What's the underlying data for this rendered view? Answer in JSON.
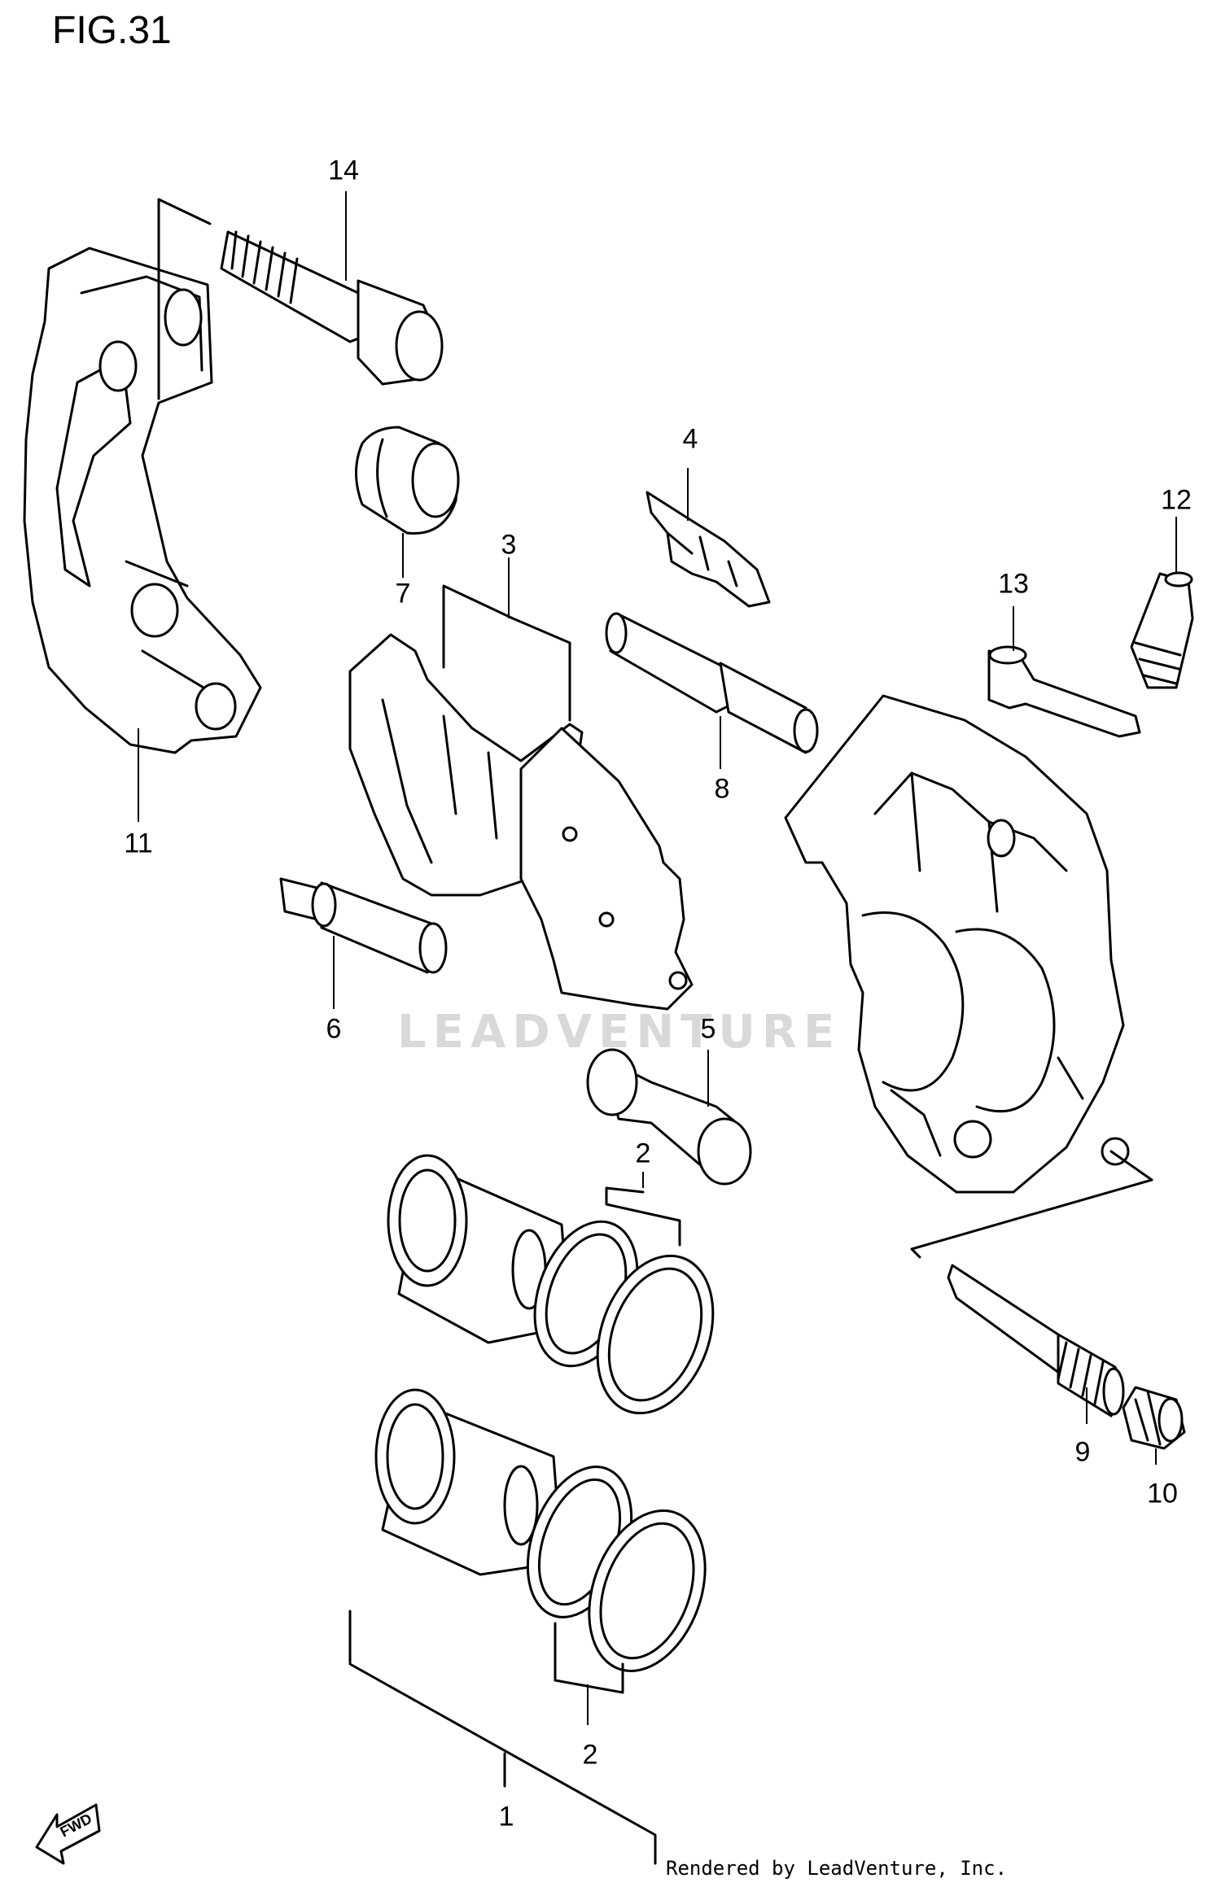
{
  "figure": {
    "title": "FIG.31",
    "watermark": "LEADVENTURE",
    "credit": "Rendered by LeadVenture, Inc.",
    "fwd_label": "FWD"
  },
  "callouts": {
    "c1": "1",
    "c2a": "2",
    "c2b": "2",
    "c3": "3",
    "c4": "4",
    "c5": "5",
    "c6": "6",
    "c7": "7",
    "c8": "8",
    "c9": "9",
    "c10": "10",
    "c11": "11",
    "c12": "12",
    "c13": "13",
    "c14": "14"
  },
  "parts": [
    "piston",
    "piston seal",
    "pad set",
    "pad spring",
    "pin",
    "pin",
    "boot",
    "pin",
    "bleeder",
    "cap",
    "bracket",
    "bleeder",
    "cap",
    "bolt"
  ]
}
